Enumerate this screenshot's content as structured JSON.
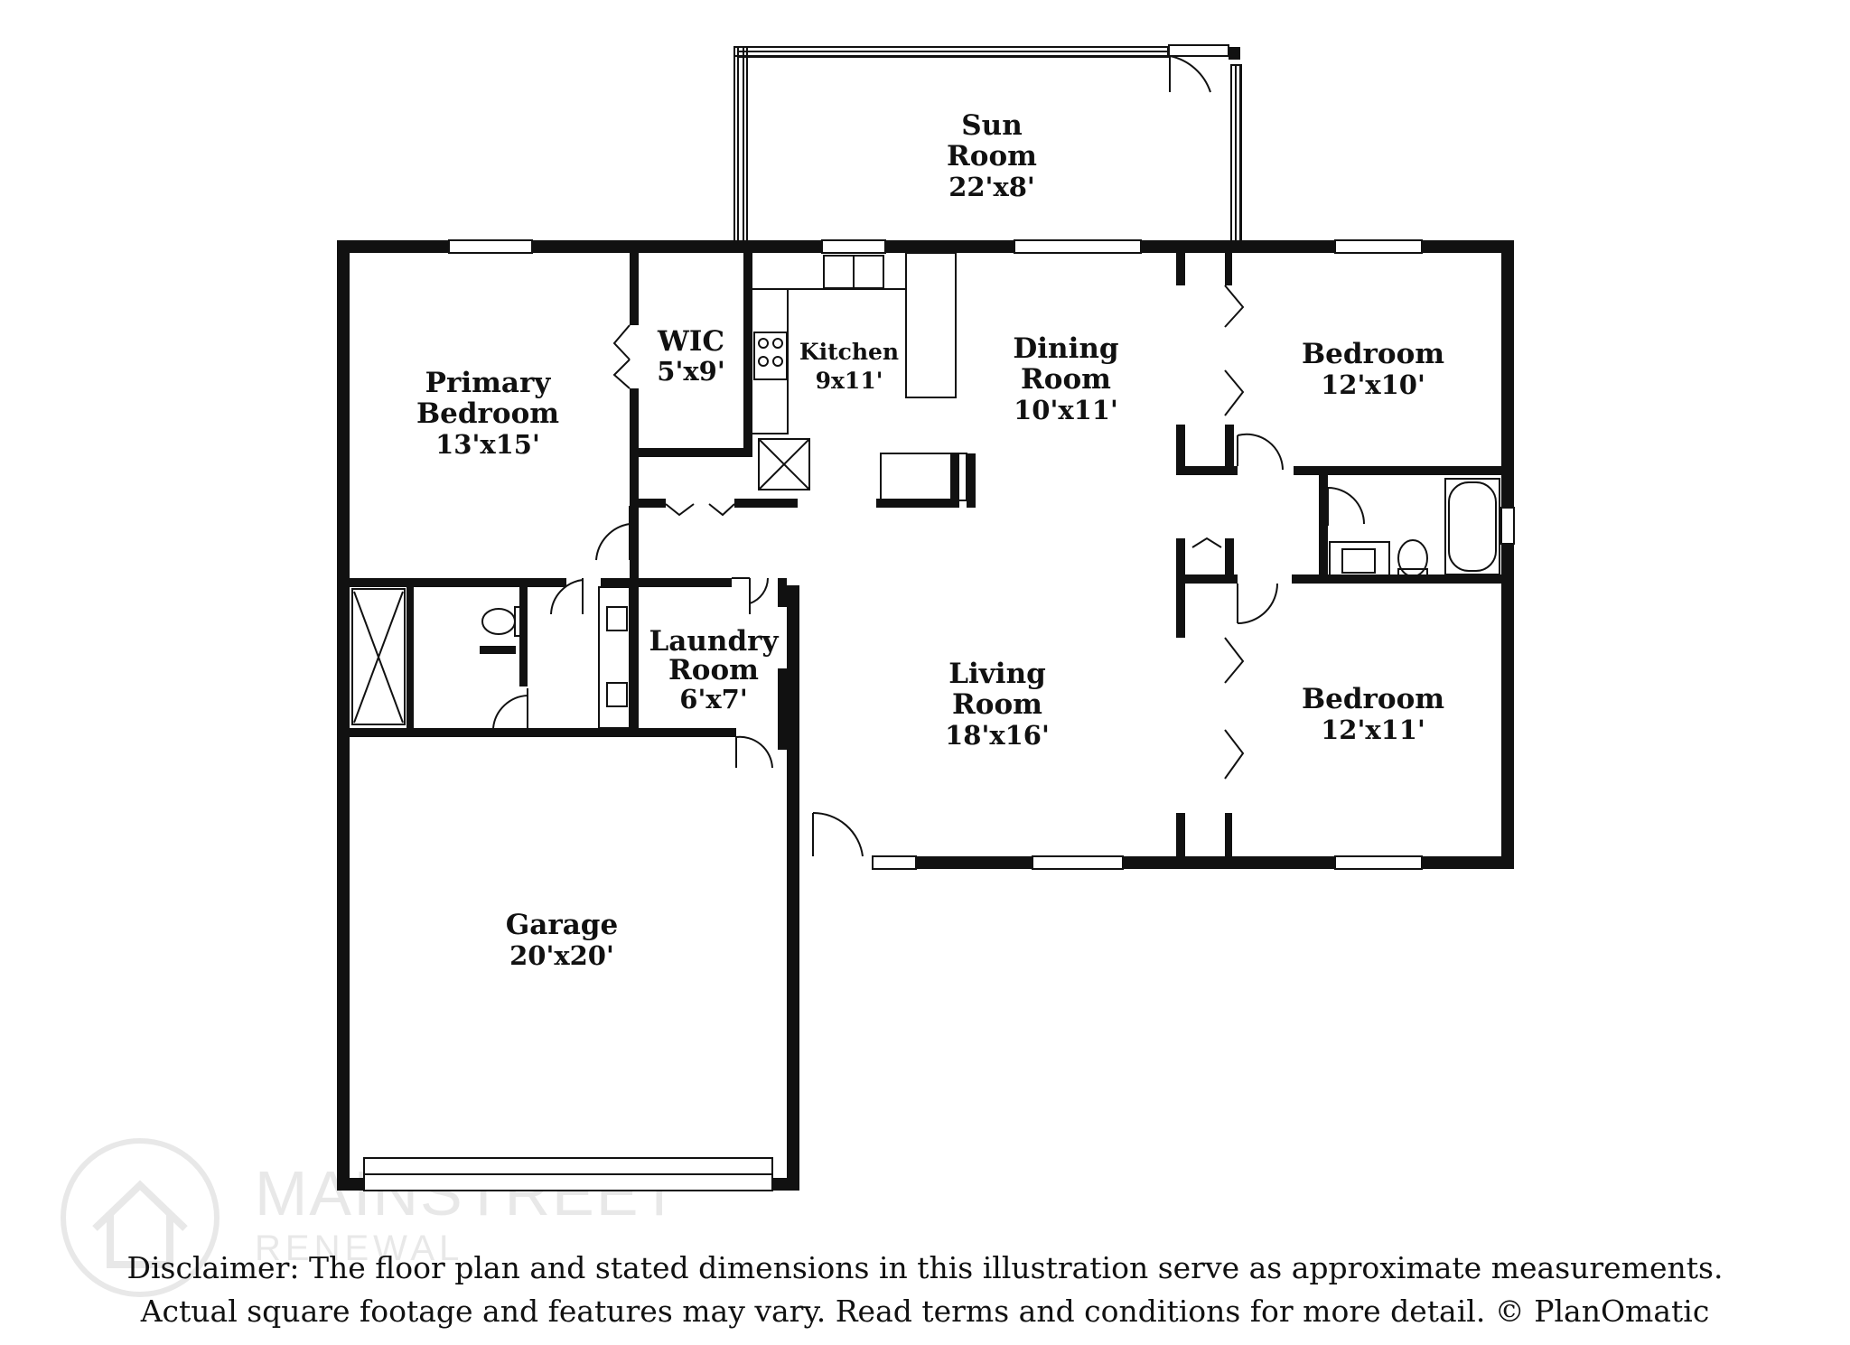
{
  "rooms": {
    "sun_room": {
      "line1": "Sun",
      "line2": "Room",
      "dim": "22'x8'"
    },
    "primary_bedroom": {
      "line1": "Primary",
      "line2": "Bedroom",
      "dim": "13'x15'"
    },
    "wic": {
      "name": "WIC",
      "dim": "5'x9'"
    },
    "kitchen": {
      "name": "Kitchen",
      "dim": "9x11'"
    },
    "dining_room": {
      "line1": "Dining",
      "line2": "Room",
      "dim": "10'x11'"
    },
    "bedroom_1": {
      "name": "Bedroom",
      "dim": "12'x10'"
    },
    "laundry_room": {
      "line1": "Laundry",
      "line2": "Room",
      "dim": "6'x7'"
    },
    "living_room": {
      "line1": "Living",
      "line2": "Room",
      "dim": "18'x16'"
    },
    "bedroom_2": {
      "name": "Bedroom",
      "dim": "12'x11'"
    },
    "garage": {
      "name": "Garage",
      "dim": "20'x20'"
    }
  },
  "watermark": {
    "line1": "MAINSTREET",
    "line2": "RENEWAL"
  },
  "disclaimer": {
    "line1": "Disclaimer: The floor plan and stated dimensions in this illustration serve as approximate measurements.",
    "line2": "Actual square footage and features may vary. Read terms and conditions for more detail. © PlanOmatic"
  }
}
